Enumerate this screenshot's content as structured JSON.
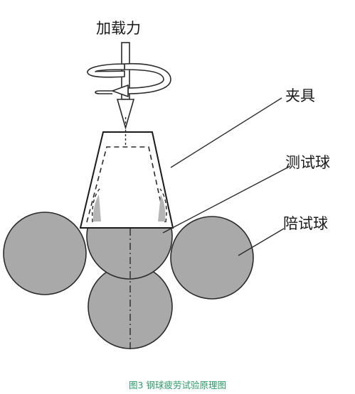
{
  "labels": {
    "load": "加载力",
    "fixture": "夹具",
    "test_ball": "测试球",
    "support_ball": "陪试球"
  },
  "caption": "图3 钢球疲劳试验原理图",
  "colors": {
    "ball_fill": "#a9a9a9",
    "stroke": "#2b2b2b",
    "caption": "#2e9a6a",
    "fixture_fill": "#ffffff"
  }
}
